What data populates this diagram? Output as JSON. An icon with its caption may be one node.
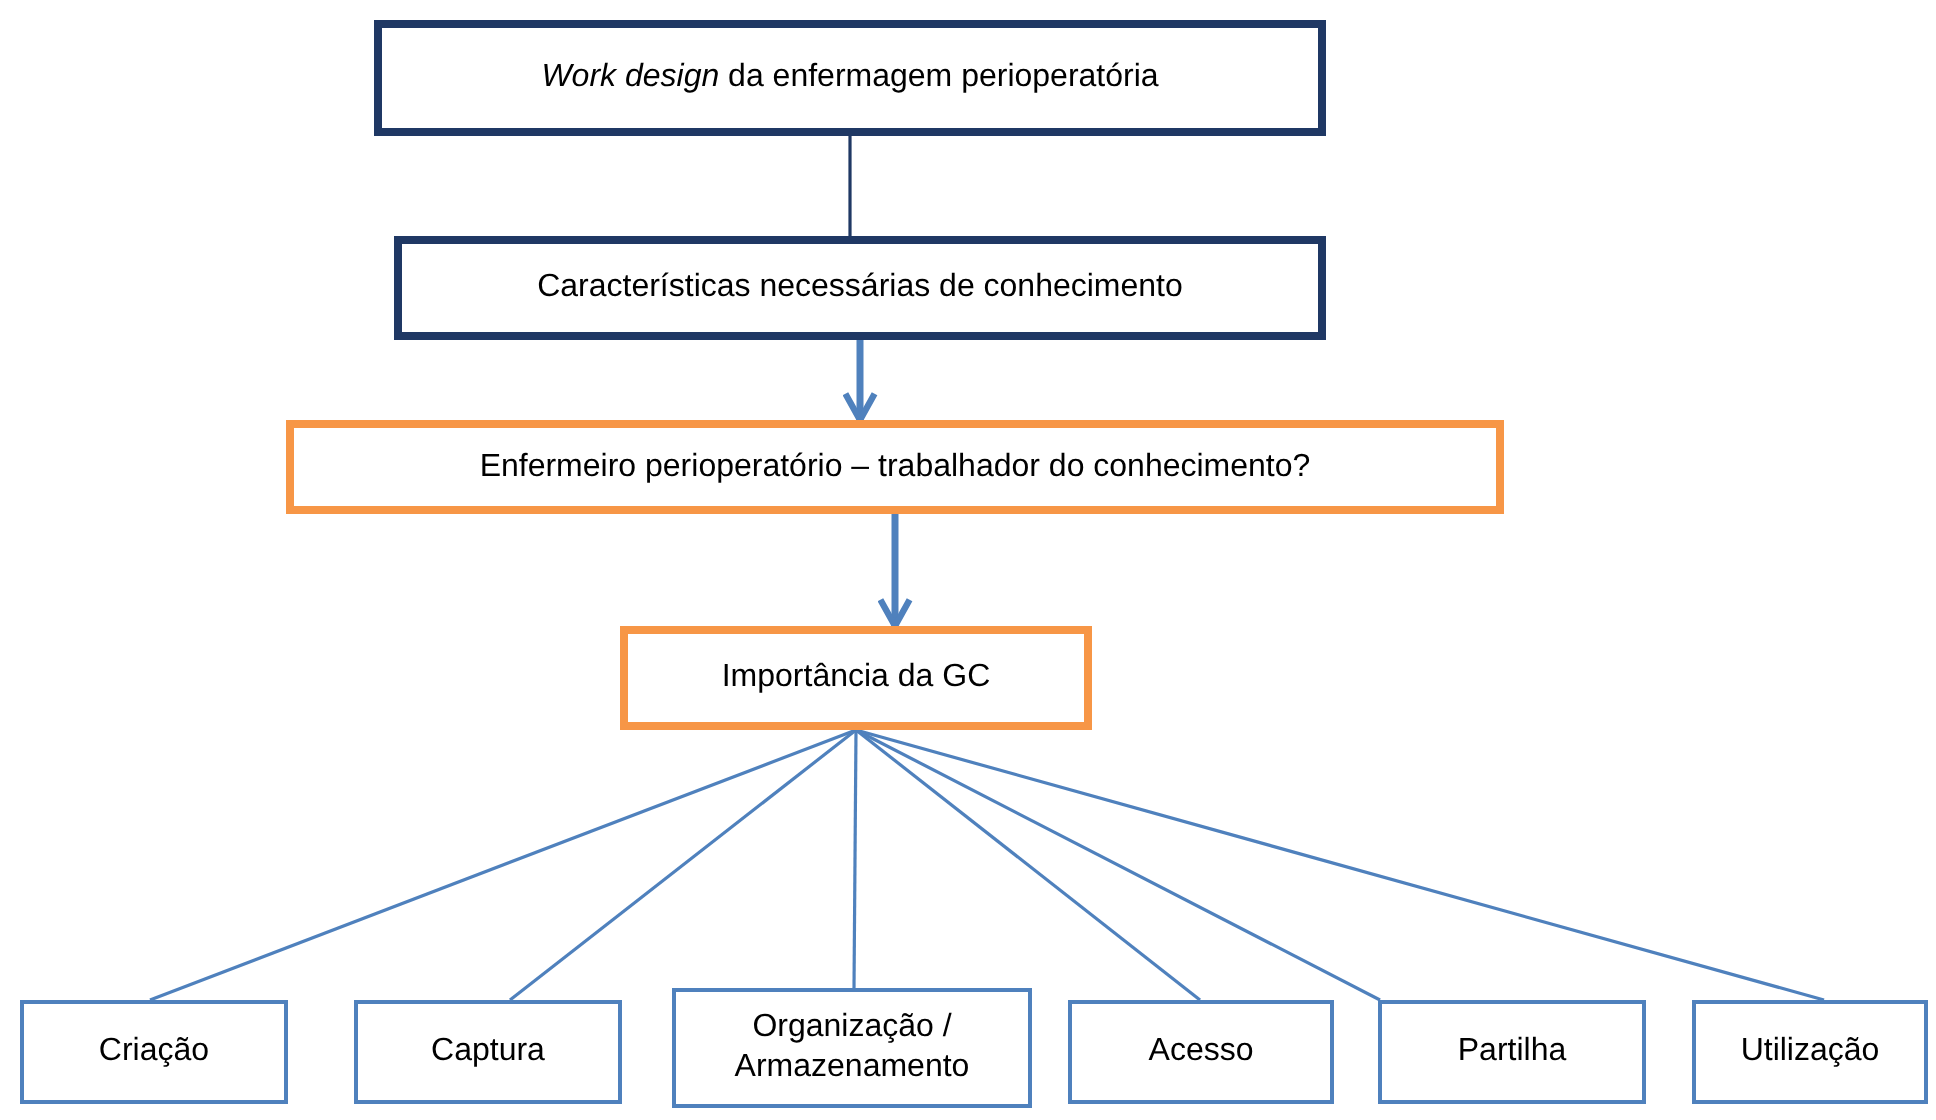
{
  "diagram": {
    "nodes": [
      {
        "text": [
          "*Work design* da enfermagem perioperatória"
        ]
      },
      {
        "text": [
          "Características necessárias de conhecimento"
        ]
      },
      {
        "text": [
          "Enfermeiro perioperatório – trabalhador do conhecimento?"
        ]
      },
      {
        "text": [
          "Importância da GC"
        ]
      },
      {
        "text": [
          "Criação"
        ]
      },
      {
        "text": [
          "Captura"
        ]
      },
      {
        "text": [
          "Organização / Armazenamento"
        ]
      },
      {
        "text": [
          "Acesso"
        ]
      },
      {
        "text": [
          "Partilha"
        ]
      },
      {
        "text": [
          "Utilização"
        ]
      }
    ],
    "edges": [
      {
        "from": 0,
        "to": 1,
        "arrow": "none",
        "color": "#1f3864"
      },
      {
        "from": 1,
        "to": 2,
        "arrow": "to",
        "style": "thick"
      },
      {
        "from": 2,
        "to": 3,
        "arrow": "to",
        "style": "thick"
      },
      {
        "from": 3,
        "to": 4,
        "arrow": "none"
      },
      {
        "from": 3,
        "to": 5,
        "arrow": "none"
      },
      {
        "from": 3,
        "to": 6,
        "arrow": "none"
      },
      {
        "from": 3,
        "to": 7,
        "arrow": "none"
      },
      {
        "from": 3,
        "to": 8,
        "arrow": "none"
      },
      {
        "from": 3,
        "to": 9,
        "arrow": "none"
      }
    ]
  }
}
